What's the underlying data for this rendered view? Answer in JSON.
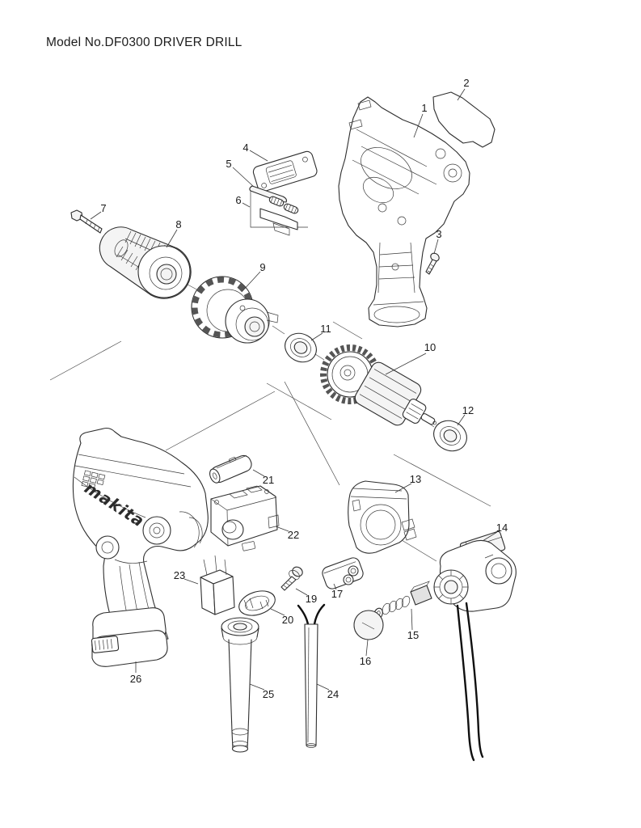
{
  "title": "Model No.DF0300 DRIVER DRILL",
  "brand": {
    "logo_text": "makita"
  },
  "diagram": {
    "type": "exploded-parts-view",
    "callouts": {
      "c1": "1",
      "c2": "2",
      "c3": "3",
      "c4": "4",
      "c5": "5",
      "c6": "6",
      "c7": "7",
      "c8": "8",
      "c9": "9",
      "c10": "10",
      "c11": "11",
      "c12": "12",
      "c13": "13",
      "c14": "14",
      "c15": "15",
      "c16": "16",
      "c17": "17",
      "c19": "19",
      "c20": "20",
      "c21": "21",
      "c22": "22",
      "c23": "23",
      "c24": "24",
      "c25": "25",
      "c26": "26"
    }
  }
}
